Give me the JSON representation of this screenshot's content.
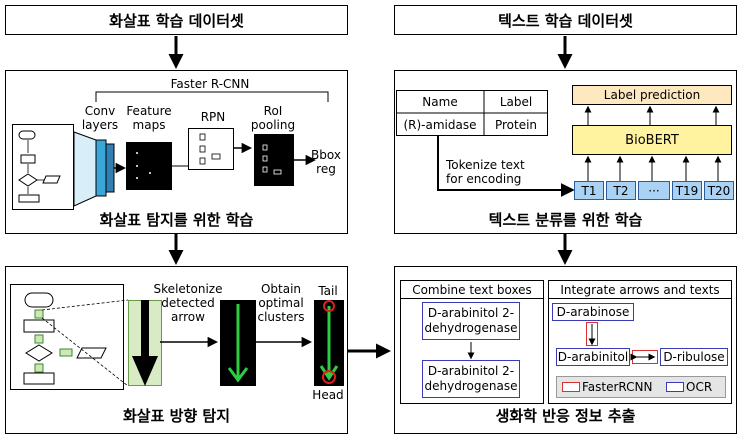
{
  "headers": {
    "flowchart_dataset": "화살표 학습 데이터셋",
    "text_dataset": "텍스트 학습 데이터셋"
  },
  "panel1": {
    "title": "화살표 탐지를 위한 학습",
    "faster_rcnn": "Faster R-CNN",
    "conv_layers": "Conv\nlayers",
    "feature_maps": "Feature\nmaps",
    "rpn": "RPN",
    "roi_pooling": "RoI\npooling",
    "bbox_reg": "Bbox\nreg"
  },
  "panel2": {
    "title": "텍스트 분류를 위한 학습",
    "table_headers": [
      "Name",
      "Label"
    ],
    "table_rows": [
      [
        "(R)-amidase",
        "Protein"
      ]
    ],
    "label_prediction": "Label prediction",
    "biobert": "BioBERT",
    "tokenize_note": "Tokenize text\nfor encoding",
    "tokens": [
      "T1",
      "T2",
      "···",
      "T19",
      "T20"
    ]
  },
  "panel3": {
    "title": "화살표 방향 탐지",
    "skeletonize": "Skeletonize\ndetected\narrow",
    "obtain_clusters": "Obtain\noptimal\nclusters",
    "tail": "Tail",
    "head": "Head"
  },
  "panel4": {
    "title": "생화학 반응 정보 추출",
    "combine_title": "Combine text boxes",
    "combine_top": "D-arabinitol 2-\ndehydrogenase",
    "combine_bottom": "D-arabinitol 2-\ndehydrogenase",
    "integrate_title": "Integrate arrows and texts",
    "arabinose": "D-arabinose",
    "arabinitol": "D-arabinitol",
    "ribulose": "D-ribulose",
    "legend_frcnn": "FasterRCNN",
    "legend_ocr": "OCR"
  },
  "colors": {
    "token_fill": "#a9d2f5",
    "bert_fill": "#fff3a0",
    "label_pred_fill": "#fde8c0",
    "skeleton_green": "#2ecc40",
    "ocr_blue": "#3b3bb5",
    "frcnn_red": "#d83030",
    "conv_blue": "#3aa7d8"
  }
}
